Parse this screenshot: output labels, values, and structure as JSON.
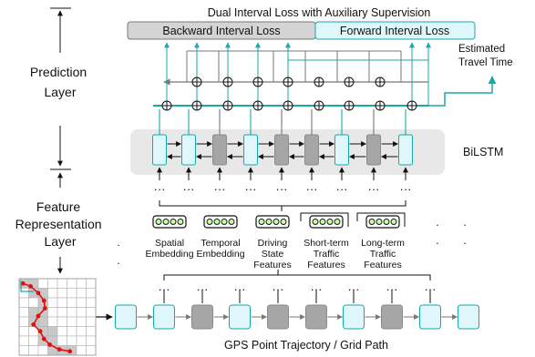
{
  "title": "Dual Interval Loss with Auxiliary Supervision",
  "losses": {
    "backward": "Backward Interval Loss",
    "forward": "Forward Interval Loss"
  },
  "estimated": [
    "Estimated",
    "Travel Time"
  ],
  "layers": {
    "prediction": [
      "Prediction",
      "Layer"
    ],
    "feature": [
      "Feature",
      "Representation",
      "Layer"
    ]
  },
  "bilstm_label": "BiLSTM",
  "embeddings": [
    {
      "id": "spatial",
      "lines": [
        "Spatial",
        "Embedding"
      ]
    },
    {
      "id": "temporal",
      "lines": [
        "Temporal",
        "Embedding"
      ]
    },
    {
      "id": "driving",
      "lines": [
        "Driving",
        "State",
        "Features"
      ]
    },
    {
      "id": "short-term",
      "lines": [
        "Short-term",
        "Traffic",
        "Features"
      ]
    },
    {
      "id": "long-term",
      "lines": [
        "Long-term",
        "Traffic",
        "Features"
      ]
    }
  ],
  "bottom_label": "GPS Point Trajectory / Grid Path",
  "ellipsis": "···",
  "colors": {
    "teal": "#18a9a9",
    "cell_light": "#dff6fb",
    "cell_dark": "#a6a6a6",
    "backward_box": "#d4d4d4",
    "forward_box": "#dff6fb",
    "panel": "#e8e8e8",
    "route": "#e01010",
    "grid_fill": "#c9c9c9"
  },
  "sequence_pattern": [
    "light",
    "light",
    "dark",
    "light",
    "dark",
    "dark",
    "light",
    "dark",
    "light",
    "light"
  ]
}
